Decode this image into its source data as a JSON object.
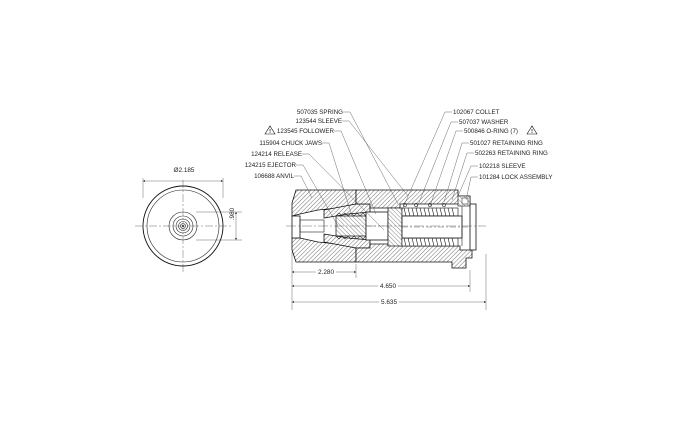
{
  "end_view": {
    "diameter_label": "Ø2.185",
    "height_label": ".980"
  },
  "callouts_left": [
    {
      "id": "spring",
      "text": "507035 SPRING",
      "warning": false
    },
    {
      "id": "sleeve-123544",
      "text": "123544 SLEEVE",
      "warning": false
    },
    {
      "id": "follower",
      "text": "123545 FOLLOWER",
      "warning": true
    },
    {
      "id": "chuck-jaws",
      "text": "115904 CHUCK JAWS",
      "warning": false
    },
    {
      "id": "release",
      "text": "124214 RELEASE",
      "warning": false
    },
    {
      "id": "ejector",
      "text": "124215 EJECTOR",
      "warning": false
    },
    {
      "id": "anvil",
      "text": "106688 ANVIL",
      "warning": false
    }
  ],
  "callouts_right": [
    {
      "id": "collet",
      "text": "102067 COLLET",
      "warning": false
    },
    {
      "id": "washer",
      "text": "507037 WASHER",
      "warning": false
    },
    {
      "id": "o-ring",
      "text": "500846 O-RING (7)",
      "warning": true
    },
    {
      "id": "retaining-ring-501027",
      "text": "501027 RETAINING RING",
      "warning": false
    },
    {
      "id": "retaining-ring-502263",
      "text": "502263 RETAINING RING",
      "warning": false
    },
    {
      "id": "sleeve-102218",
      "text": "102218 SLEEVE",
      "warning": false
    },
    {
      "id": "lock-assembly",
      "text": "101284 LOCK ASSEMBLY",
      "warning": false
    }
  ],
  "warning_symbol": "!",
  "dimensions": {
    "d1": "2.280",
    "d2": "4.650",
    "d3": "5.635"
  }
}
